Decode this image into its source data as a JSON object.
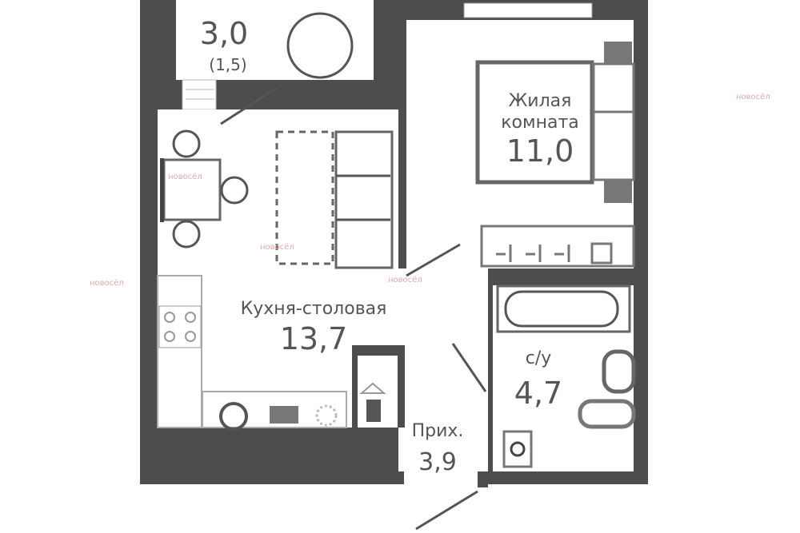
{
  "colors": {
    "wall": "#4d4d4d",
    "floor": "#ffffff",
    "furniture": "#6a6a6a",
    "watermark": "#e3a9a6"
  },
  "rooms": {
    "balcony": {
      "area": "3,0",
      "sub_area": "(1,5)"
    },
    "living_room": {
      "name_line1": "Жилая",
      "name_line2": "комната",
      "area": "11,0"
    },
    "kitchen": {
      "name": "Кухня-столовая",
      "area": "13,7"
    },
    "bathroom": {
      "name": "с/у",
      "area": "4,7"
    },
    "hallway": {
      "name": "Прих.",
      "area": "3,9"
    }
  },
  "watermark": {
    "brand": "новосёл"
  }
}
